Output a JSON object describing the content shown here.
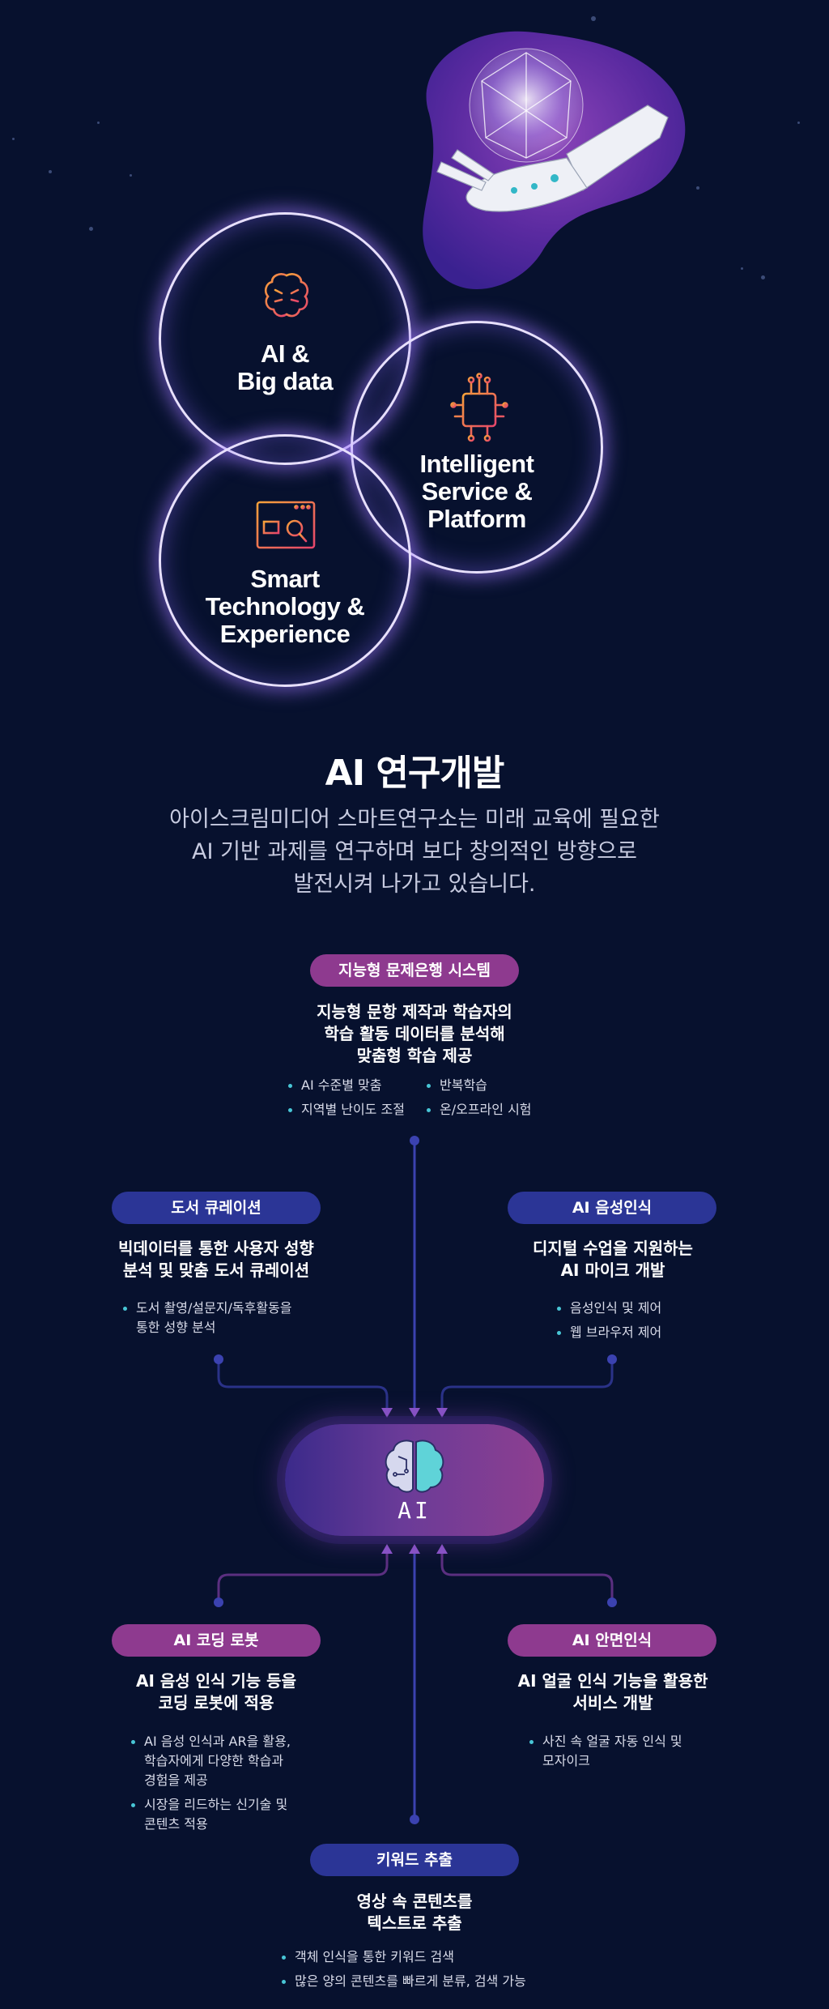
{
  "circles": [
    {
      "label": "AI &\nBig data",
      "icon": "brain-icon"
    },
    {
      "label": "Intelligent\nService &\nPlatform",
      "icon": "chip-icon"
    },
    {
      "label": "Smart\nTechnology &\nExperience",
      "icon": "window-search-icon"
    }
  ],
  "section": {
    "title": "AI 연구개발",
    "desc": [
      "아이스크림미디어 스마트연구소는 미래 교육에 필요한",
      "AI 기반 과제를 연구하며  보다 창의적인 방향으로",
      "발전시켜 나가고 있습니다."
    ]
  },
  "features": {
    "top": {
      "pill": "지능형 문제은행 시스템",
      "title": "지능형 문항 제작과 학습자의\n학습 활동 데이터를 분석해\n맞춤형 학습 제공",
      "bullets_left": [
        "AI 수준별 맞춤",
        "지역별 난이도 조절"
      ],
      "bullets_right": [
        "반복학습",
        "온/오프라인 시험"
      ]
    },
    "upper_left": {
      "pill": "도서 큐레이션",
      "title": "빅데이터를 통한 사용자 성향\n분석 및 맞춤 도서 큐레이션",
      "bullets": [
        "도서 촬영/설문지/독후활동을\n통한 성향 분석"
      ]
    },
    "upper_right": {
      "pill": "AI 음성인식",
      "title": "디지털 수업을 지원하는\nAI 마이크 개발",
      "bullets": [
        "음성인식 및 제어",
        "웹 브라우저 제어"
      ]
    },
    "lower_left": {
      "pill": "AI 코딩 로봇",
      "title": "AI 음성 인식 기능 등을\n코딩 로봇에 적용",
      "bullets": [
        "AI 음성 인식과 AR을 활용,\n학습자에게 다양한 학습과\n경험을 제공",
        "시장을 리드하는 신기술 및\n콘텐츠 적용"
      ]
    },
    "lower_right": {
      "pill": "AI 안면인식",
      "title": "AI 얼굴 인식 기능을 활용한\n서비스 개발",
      "bullets": [
        "사진 속 얼굴 자동 인식 및\n모자이크"
      ]
    },
    "bottom": {
      "pill": "키워드 추출",
      "title": "영상 속 콘텐츠를\n텍스트로 추출",
      "bullets": [
        "객체 인식을 통한 키워드 검색",
        "많은 양의 콘텐츠를 빠르게 분류, 검색 가능"
      ]
    }
  },
  "core": {
    "label": "AI",
    "icon": "brain-icon"
  },
  "colors": {
    "background": "#07112e",
    "pink": "#8e3a8f",
    "blue": "#2b3596",
    "bullet": "#48c6d6"
  }
}
